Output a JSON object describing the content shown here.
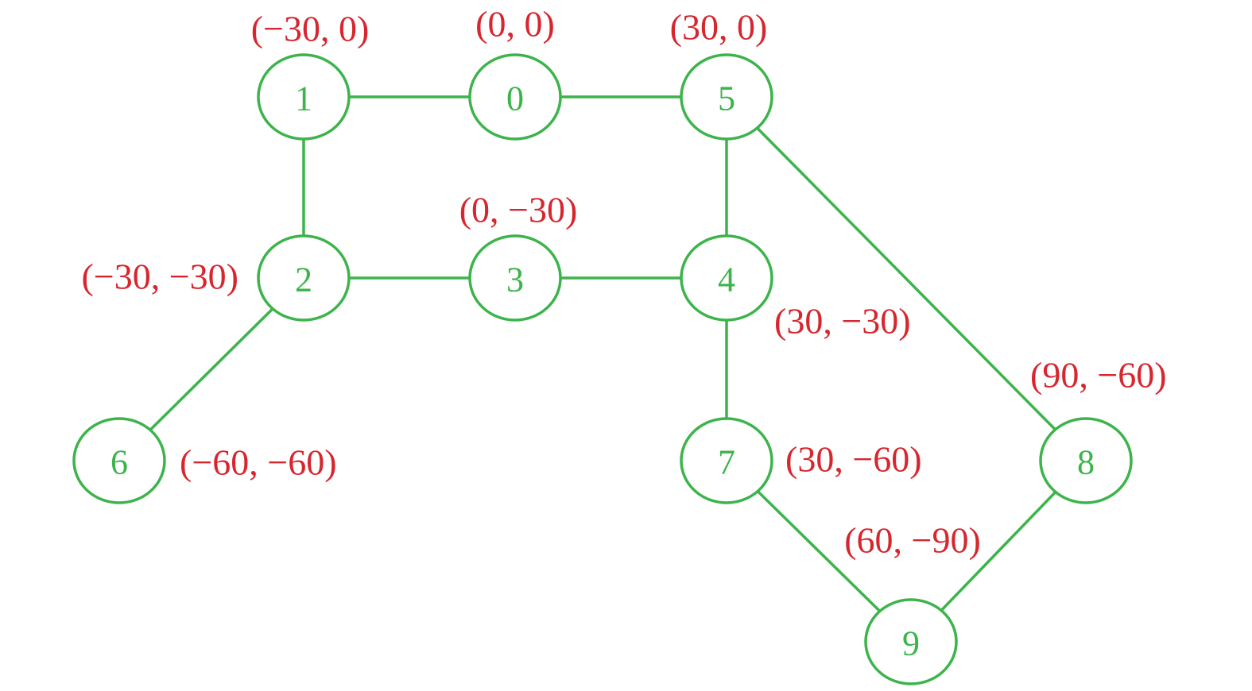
{
  "colors": {
    "graph": "#3cb44b",
    "coordinates": "#d7262e"
  },
  "nodes": [
    {
      "id": "0",
      "label": "0",
      "coord": "(0, 0)"
    },
    {
      "id": "1",
      "label": "1",
      "coord": "(−30, 0)"
    },
    {
      "id": "2",
      "label": "2",
      "coord": "(−30, −30)"
    },
    {
      "id": "3",
      "label": "3",
      "coord": "(0, −30)"
    },
    {
      "id": "4",
      "label": "4",
      "coord": "(30, −30)"
    },
    {
      "id": "5",
      "label": "5",
      "coord": "(30, 0)"
    },
    {
      "id": "6",
      "label": "6",
      "coord": "(−60, −60)"
    },
    {
      "id": "7",
      "label": "7",
      "coord": "(30, −60)"
    },
    {
      "id": "8",
      "label": "8",
      "coord": "(90, −60)"
    },
    {
      "id": "9",
      "label": "9",
      "coord": "(60, −90)"
    }
  ],
  "edges": [
    [
      "1",
      "0"
    ],
    [
      "0",
      "5"
    ],
    [
      "1",
      "2"
    ],
    [
      "5",
      "4"
    ],
    [
      "5",
      "8"
    ],
    [
      "2",
      "3"
    ],
    [
      "3",
      "4"
    ],
    [
      "2",
      "6"
    ],
    [
      "4",
      "7"
    ],
    [
      "7",
      "9"
    ],
    [
      "8",
      "9"
    ]
  ]
}
